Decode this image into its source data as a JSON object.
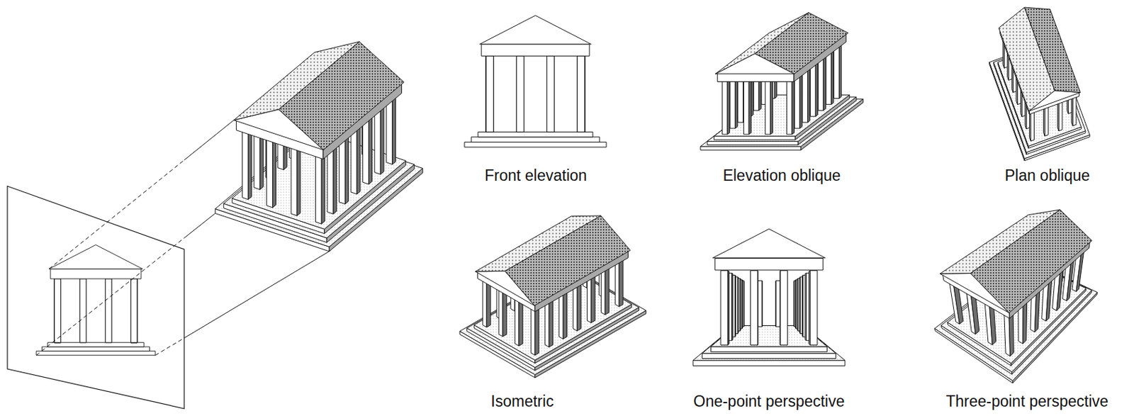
{
  "diagram": {
    "labels": [
      "Front elevation",
      "Elevation oblique",
      "Plan oblique",
      "Isometric",
      "One-point perspective",
      "Three-point perspective"
    ]
  }
}
